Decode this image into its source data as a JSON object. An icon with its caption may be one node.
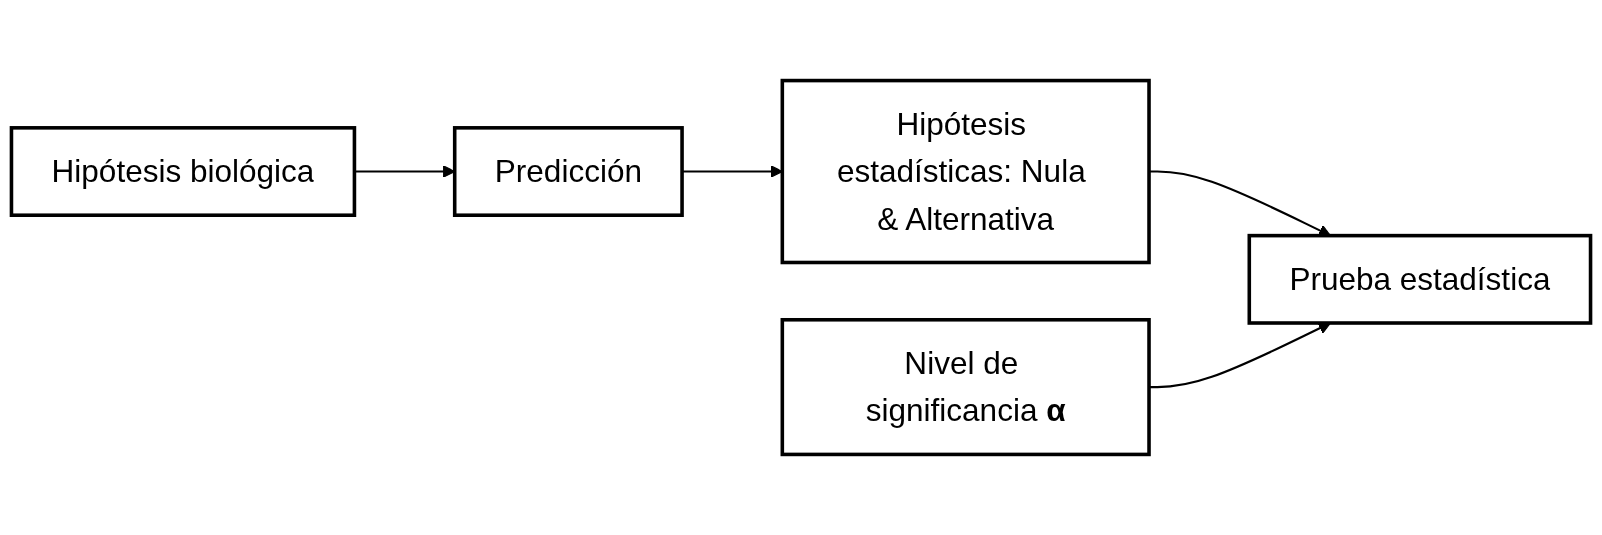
{
  "diagram": {
    "nodes": [
      {
        "text": [
          "Hipótesis biológica"
        ]
      },
      {
        "text": [
          "Predicción"
        ]
      },
      {
        "text": [
          "Hipótesis estadísticas: Nula & Alternativa"
        ]
      },
      {
        "text": [
          "Prueba estadística"
        ]
      },
      {
        "text": [
          "Nivel de significancia **α**"
        ]
      }
    ],
    "edges": [
      {
        "from": 0,
        "to": 1,
        "arrow": "to"
      },
      {
        "from": 1,
        "to": 2,
        "arrow": "to"
      },
      {
        "from": 2,
        "to": 3,
        "arrow": "to"
      },
      {
        "from": 4,
        "to": 3,
        "arrow": "to"
      }
    ]
  }
}
